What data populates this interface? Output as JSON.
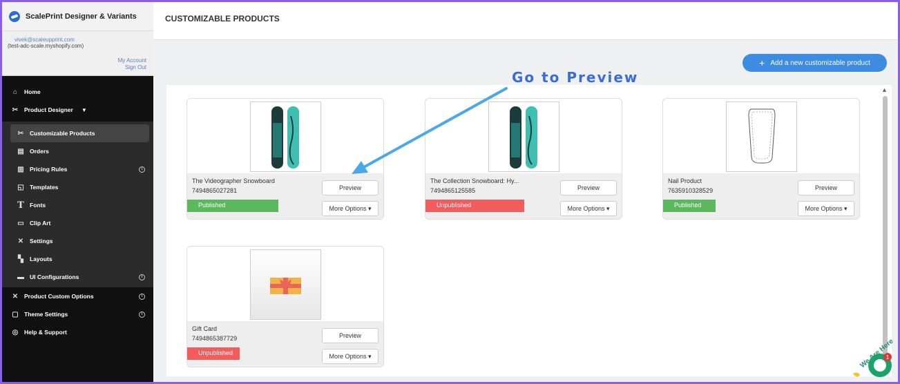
{
  "app": {
    "title": "ScalePrint Designer & Variants"
  },
  "account": {
    "email": "vivek@scaleupprint.com",
    "store": "(test-adc-scale.myshopify.com)",
    "my_account": "My Account",
    "sign_out": "Sign Out"
  },
  "nav": {
    "home": "Home",
    "product_designer": "Product Designer",
    "sub": [
      {
        "label": "Customizable Products",
        "icon": "scissors-icon"
      },
      {
        "label": "Orders",
        "icon": "orders-icon"
      },
      {
        "label": "Pricing Rules",
        "icon": "pricing-icon"
      },
      {
        "label": "Templates",
        "icon": "templates-icon"
      },
      {
        "label": "Fonts",
        "icon": "font-icon"
      },
      {
        "label": "Clip Art",
        "icon": "clipart-icon"
      },
      {
        "label": "Settings",
        "icon": "tools-icon"
      },
      {
        "label": "Layouts",
        "icon": "layouts-icon"
      },
      {
        "label": "UI Configurations",
        "icon": "ui-config-icon"
      }
    ],
    "product_custom_options": "Product Custom Options",
    "theme_settings": "Theme Settings",
    "help_support": "Help & Support"
  },
  "page": {
    "title": "CUSTOMIZABLE PRODUCTS"
  },
  "actions": {
    "add_product": "Add a new customizable product"
  },
  "annotation": {
    "text": "Go to Preview"
  },
  "products": [
    {
      "name": "The Videographer Snowboard",
      "id": "7494865027281",
      "status": "Published",
      "preview": "Preview",
      "more": "More Options ▾",
      "image": "snowboard"
    },
    {
      "name": "The Collection Snowboard: Hy...",
      "id": "7494865125585",
      "status": "Unpublished",
      "preview": "Preview",
      "more": "More Options ▾",
      "image": "snowboard"
    },
    {
      "name": "Nail Product",
      "id": "7635910328529",
      "status": "Published",
      "preview": "Preview",
      "more": "More Options ▾",
      "image": "nail"
    },
    {
      "name": "Gift Card",
      "id": "7494865387729",
      "status": "Unpublished",
      "preview": "Preview",
      "more": "More Options ▾",
      "image": "giftcard"
    }
  ],
  "colors": {
    "accent": "#3d8ce2",
    "published": "#5cb85c",
    "unpublished": "#f25c5c",
    "frame": "#8a5cf0"
  },
  "chat": {
    "badge": "1",
    "label": "We Are Here"
  }
}
